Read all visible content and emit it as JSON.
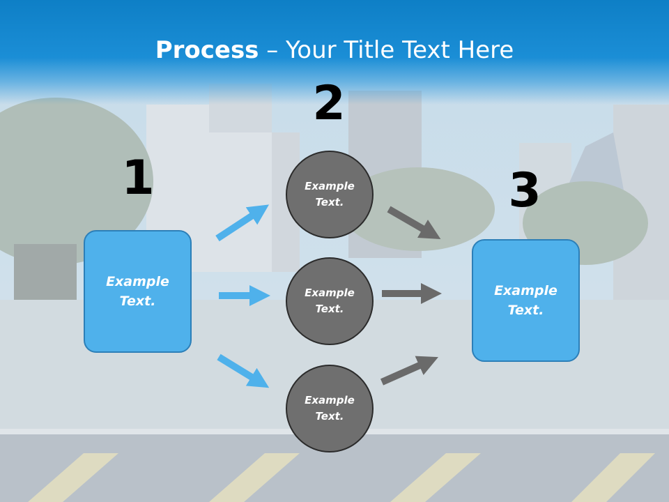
{
  "title": {
    "bold": "Process",
    "rest": " – Your Title Text Here"
  },
  "steps": [
    {
      "number": "1",
      "text": "Example Text."
    },
    {
      "number": "2",
      "circles": [
        "Example Text.",
        "Example Text.",
        "Example Text."
      ]
    },
    {
      "number": "3",
      "text": "Example Text."
    }
  ],
  "colors": {
    "header": "#1b8ed6",
    "box": "#4fb1eb",
    "circle": "#6f6f6f",
    "arrow_blue": "#4fb1eb",
    "arrow_gray": "#6a6a6a"
  }
}
